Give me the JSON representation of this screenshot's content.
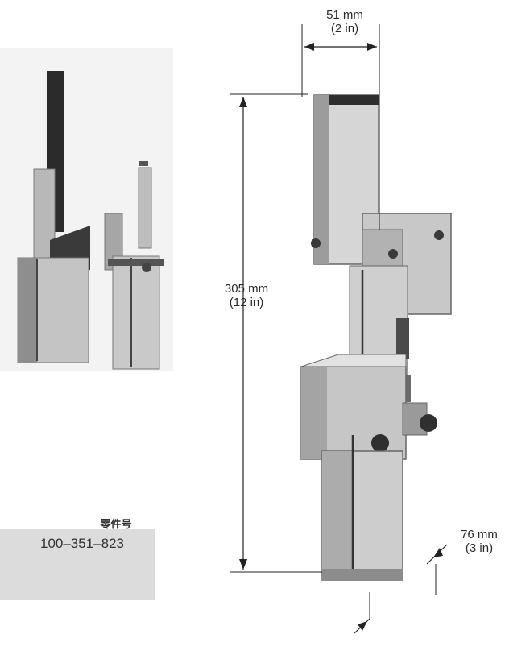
{
  "dimensions": {
    "width": {
      "mm": "51 mm",
      "in": "(2 in)"
    },
    "height": {
      "mm": "305 mm",
      "in": "(12 in)"
    },
    "depth": {
      "mm": "76 mm",
      "in": "(3 in)"
    }
  },
  "part_table": {
    "header": "零件号",
    "part_number": "100–351–823"
  },
  "colors": {
    "steel_light": "#d9d9d9",
    "steel_mid": "#a9a9a9",
    "steel_dark": "#6e6e6e",
    "table_bg": "#dcdcdc"
  }
}
